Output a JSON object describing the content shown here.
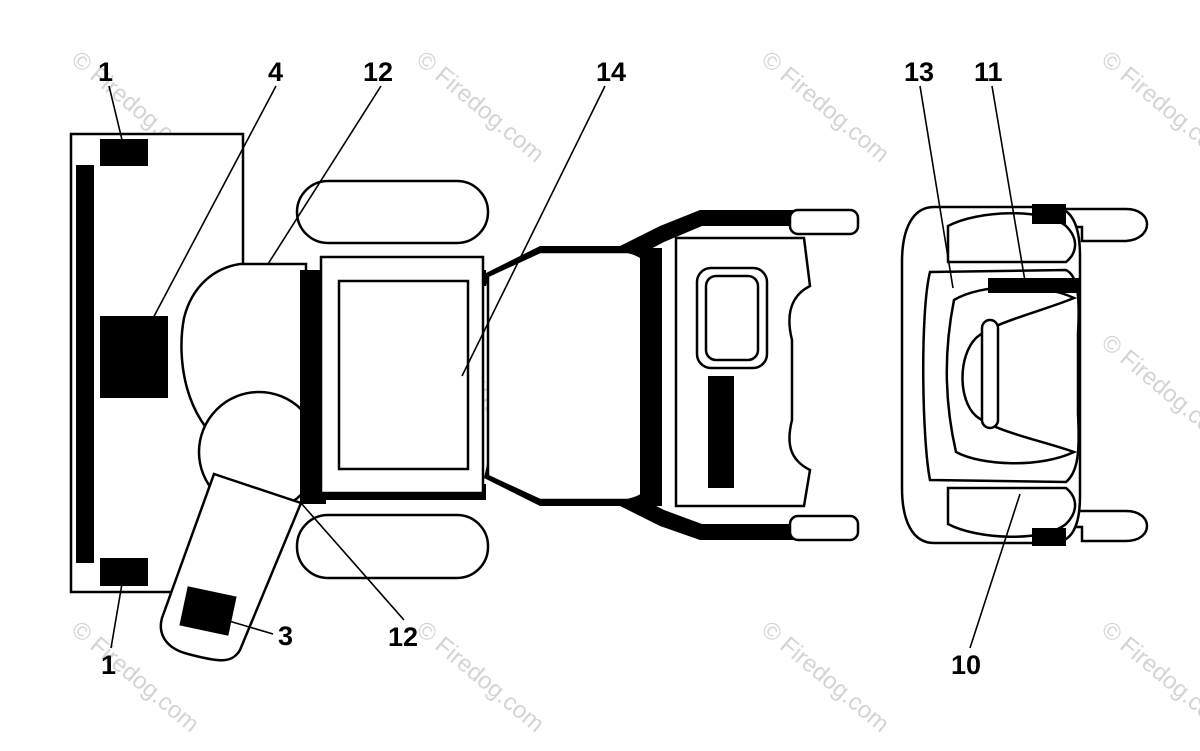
{
  "watermark": "© Firedog.com",
  "callouts": {
    "c1_top": "1",
    "c4": "4",
    "c12_top": "12",
    "c14": "14",
    "c13": "13",
    "c11": "11",
    "c3": "3",
    "c1_bottom": "1",
    "c12_bottom": "12",
    "c10": "10"
  },
  "colors": {
    "ink": "#000000",
    "paper": "#ffffff",
    "watermark": "#d4d4d4"
  }
}
